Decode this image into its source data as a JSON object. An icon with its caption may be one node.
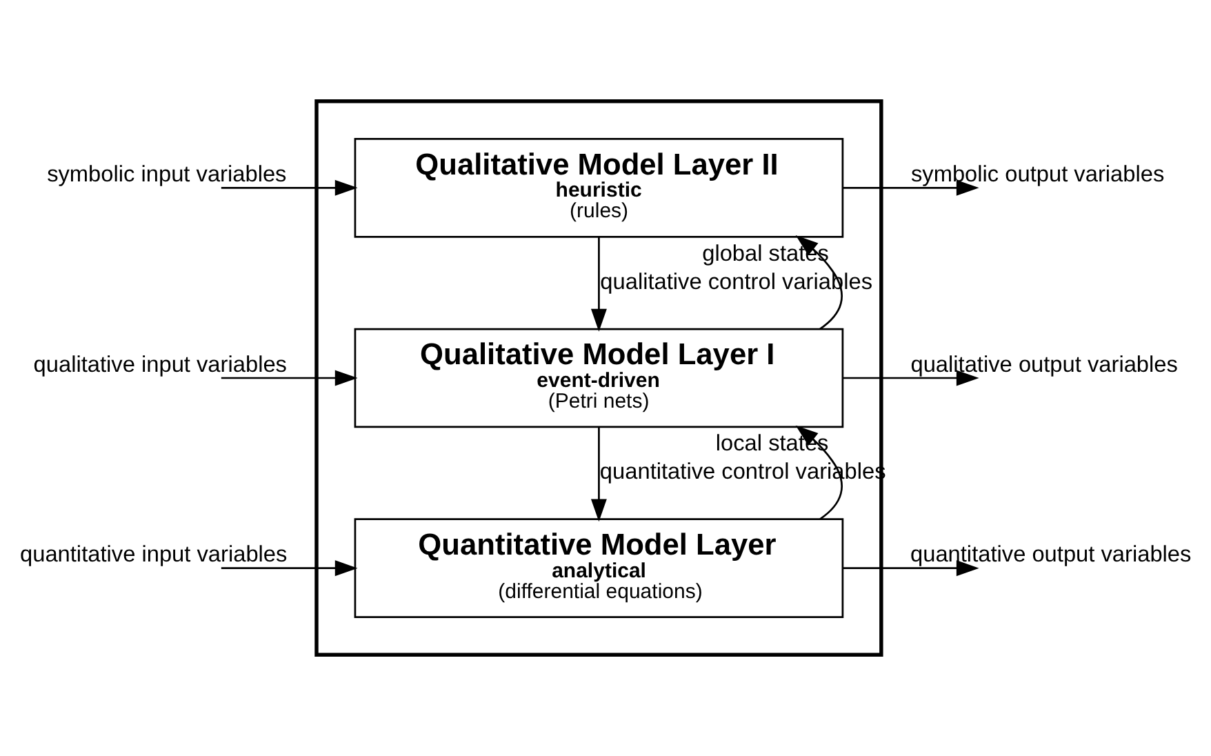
{
  "diagram": {
    "nodes": [
      {
        "text": [],
        "shape": "box"
      },
      {
        "text": [
          "Qualitative Model Layer II",
          "heuristic",
          "(rules)"
        ],
        "in": 0
      },
      {
        "text": [
          "Qualitative Model Layer I",
          "event-driven",
          "(Petri nets)"
        ],
        "in": 0
      },
      {
        "text": [
          "Quantitative Model Layer",
          "analytical",
          "(differential equations)"
        ],
        "in": 0
      }
    ],
    "edges": [
      {
        "from": null,
        "to": 1,
        "arrow": "to",
        "label": "symbolic input variables"
      },
      {
        "from": 1,
        "to": null,
        "arrow": "to",
        "label": "symbolic output variables"
      },
      {
        "from": 1,
        "to": 2,
        "arrow": "to",
        "label": "qualitative control variables"
      },
      {
        "from": 2,
        "to": 1,
        "arrow": "to",
        "label": "global states"
      },
      {
        "from": null,
        "to": 2,
        "arrow": "to",
        "label": "qualitative input variables"
      },
      {
        "from": 2,
        "to": null,
        "arrow": "to",
        "label": "qualitative output variables"
      },
      {
        "from": 2,
        "to": 3,
        "arrow": "to",
        "label": "quantitative control variables"
      },
      {
        "from": 3,
        "to": 2,
        "arrow": "to",
        "label": "local states"
      },
      {
        "from": null,
        "to": 3,
        "arrow": "to",
        "label": "quantitative input variables"
      },
      {
        "from": 3,
        "to": null,
        "arrow": "to",
        "label": "quantitative output variables"
      }
    ]
  }
}
